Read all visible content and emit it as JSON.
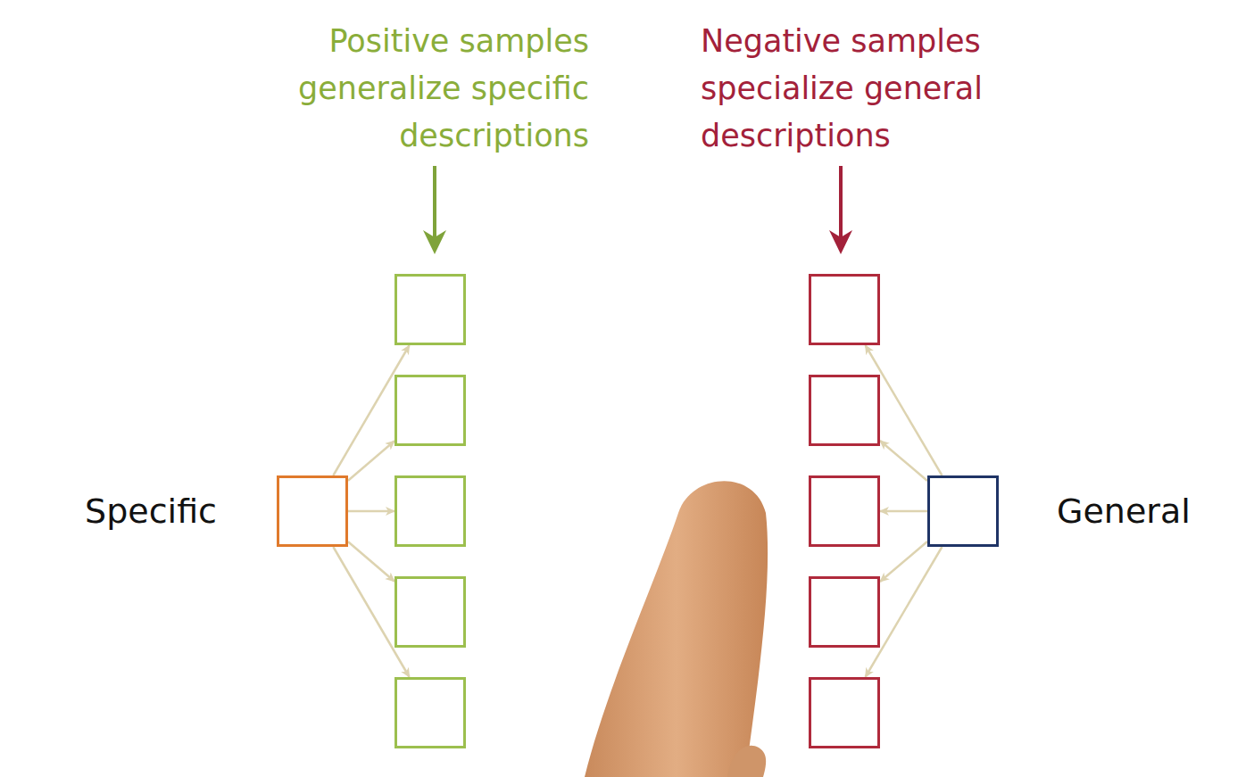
{
  "diagram": {
    "nodes": [
      {
        "text": [
          "Specific"
        ]
      },
      {
        "text": []
      },
      {
        "text": []
      },
      {
        "text": []
      },
      {
        "text": []
      },
      {
        "text": []
      },
      {
        "text": [
          "General"
        ]
      },
      {
        "text": []
      },
      {
        "text": []
      },
      {
        "text": []
      },
      {
        "text": []
      },
      {
        "text": []
      }
    ],
    "edges": [
      {
        "from": 0,
        "to": 1,
        "arrow": "to"
      },
      {
        "from": 0,
        "to": 2,
        "arrow": "to"
      },
      {
        "from": 0,
        "to": 3,
        "arrow": "to"
      },
      {
        "from": 0,
        "to": 4,
        "arrow": "to"
      },
      {
        "from": 0,
        "to": 5,
        "arrow": "to"
      },
      {
        "from": 6,
        "to": 7,
        "arrow": "to"
      },
      {
        "from": 6,
        "to": 8,
        "arrow": "to"
      },
      {
        "from": 6,
        "to": 9,
        "arrow": "to"
      },
      {
        "from": 6,
        "to": 10,
        "arrow": "to"
      },
      {
        "from": 6,
        "to": 11,
        "arrow": "to"
      }
    ],
    "labels": [
      "Positive samples generalize specific descriptions",
      "Negative samples specialize general descriptions"
    ]
  }
}
